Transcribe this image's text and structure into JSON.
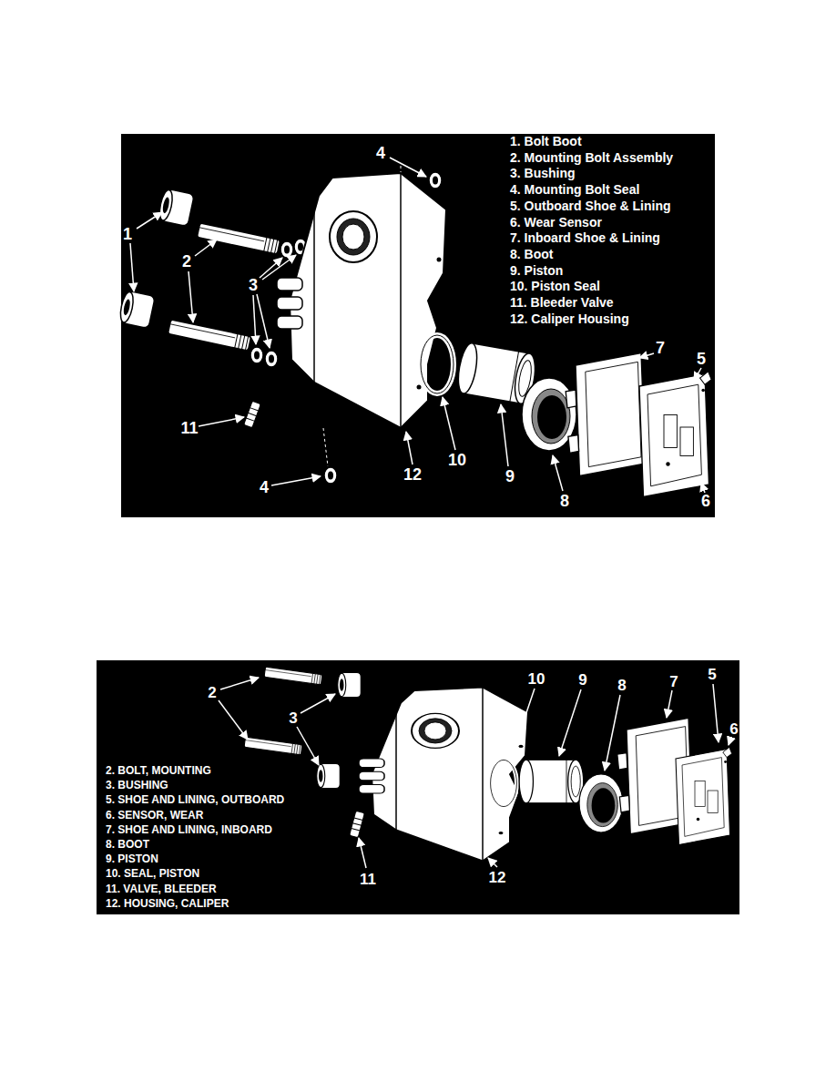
{
  "diagram": {
    "labels": [
      "1. Bolt Boot",
      "2. Mounting Bolt Assembly",
      "3. Bushing",
      "4. Mounting Bolt Seal",
      "5. Outboard Shoe & Lining",
      "6. Wear Sensor",
      "7. Inboard Shoe & Lining",
      "8. Boot",
      "9. Piston",
      "10. Piston Seal",
      "11. Bleeder Valve",
      "12. Caliper Housing",
      "1",
      "2",
      "3",
      "4",
      "4",
      "5",
      "6",
      "7",
      "8",
      "9",
      "10",
      "11",
      "12",
      "2. BOLT, MOUNTING",
      "3. BUSHING",
      "5. SHOE AND LINING, OUTBOARD",
      "6. SENSOR, WEAR",
      "7. SHOE AND LINING, INBOARD",
      "8. BOOT",
      "9. PISTON",
      "10. SEAL, PISTON",
      "11. VALVE, BLEEDER",
      "12. HOUSING, CALIPER",
      "2",
      "3",
      "5",
      "6",
      "7",
      "8",
      "9",
      "10",
      "11",
      "12"
    ]
  }
}
